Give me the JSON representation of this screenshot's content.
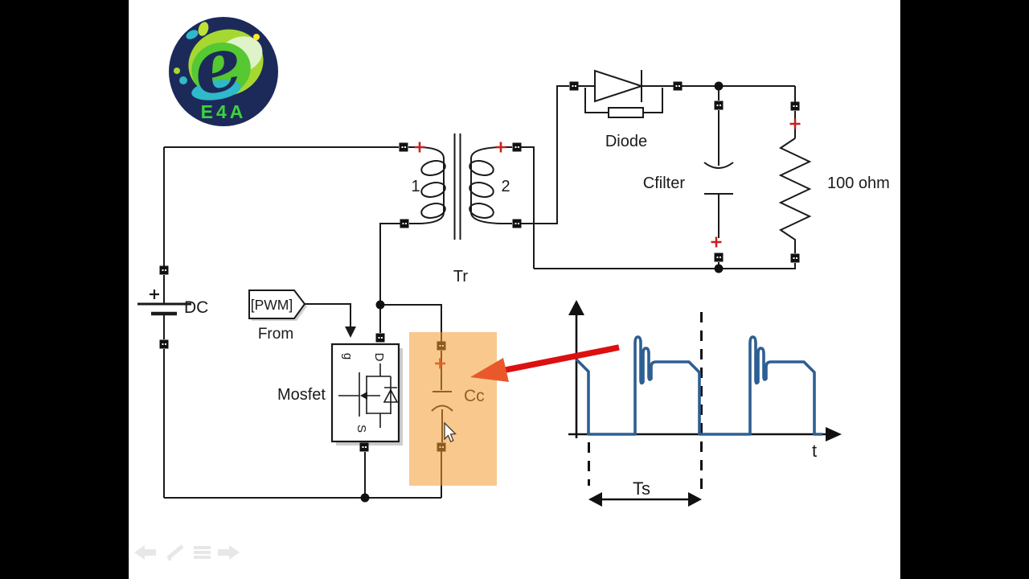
{
  "window": {
    "letterbox_color": "#000000",
    "canvas_color": "#ffffff"
  },
  "logo": {
    "letter": "e",
    "caption": "E4A",
    "circle_color": "#1c2a5a",
    "caption_color": "#3fd23a",
    "accent_colors": [
      "#a6d832",
      "#55c832",
      "#2fb9c9",
      "#ffe928",
      "#dff3c8"
    ]
  },
  "schematic": {
    "labels": {
      "dc": "DC",
      "transformer": "Tr",
      "winding_primary": "1",
      "winding_secondary": "2",
      "diode": "Diode",
      "cfilter": "Cfilter",
      "load": "100 ohm",
      "mosfet": "Mosfet",
      "from": "From",
      "pwm_tag": "[PWM]",
      "cc": "Cc",
      "gate": "g",
      "drain": "D",
      "source": "S"
    },
    "colors": {
      "wire": "#1a1a1a",
      "polarity_plus": "#c42222",
      "highlight_overlay": "#f49a30",
      "callout_arrow": "#dc1010",
      "callout_arrowhead": "#e8582a"
    }
  },
  "waveform": {
    "time_axis_label": "t",
    "period_label": "Ts",
    "trace_color": "#2d5f92",
    "pulses": 2,
    "features": [
      "switch-node ringing spikes",
      "flat on-level",
      "zero off-level",
      "period Ts marked by dashed lines"
    ]
  },
  "player_controls": {
    "back": "back-arrow",
    "pen": "pen",
    "menu": "menu",
    "forward": "forward-arrow"
  }
}
